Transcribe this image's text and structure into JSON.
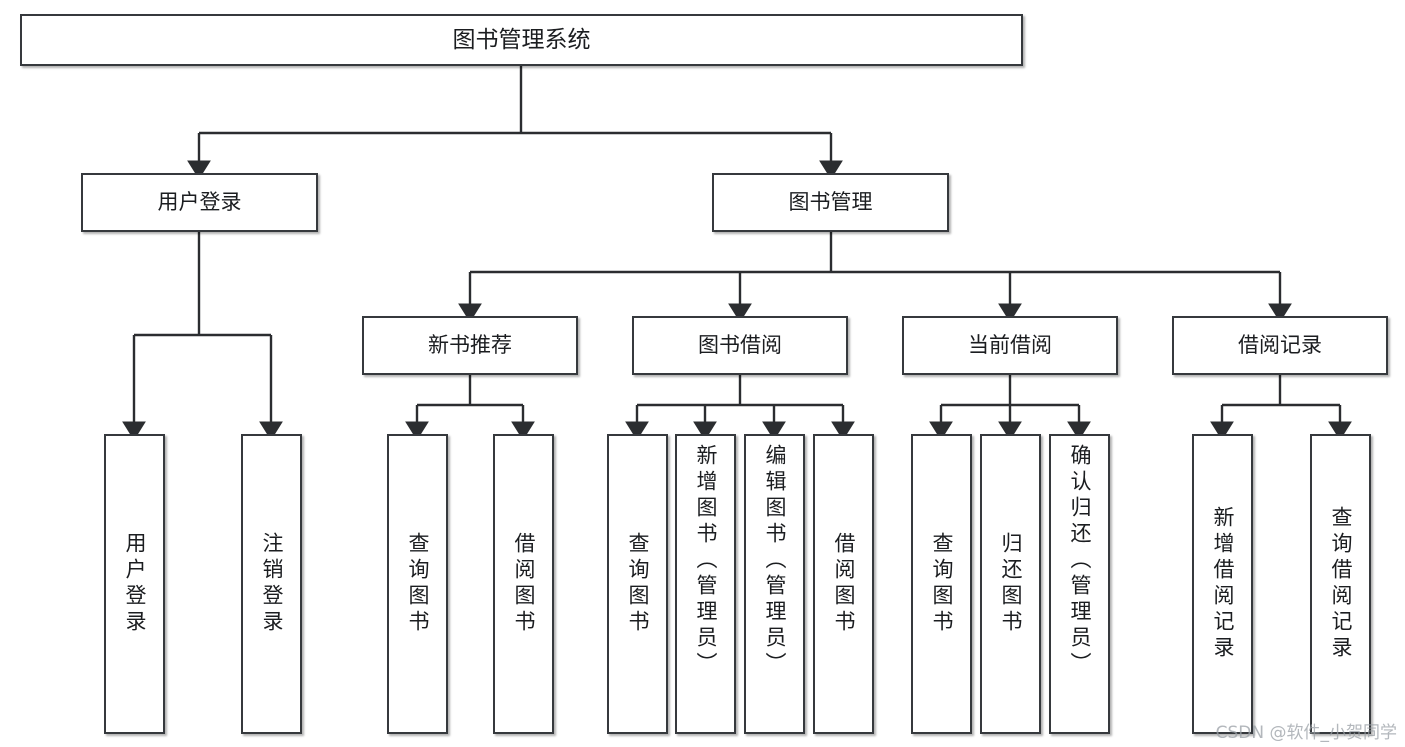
{
  "diagram": {
    "type": "tree",
    "title": "图书管理系统",
    "colors": {
      "box_border": "#36393d",
      "box_fill": "#ffffff",
      "connector": "#2b2d30",
      "text": "#1b1d20",
      "watermark": "#9aa0a6"
    },
    "root": {
      "label": "图书管理系统"
    },
    "level2": [
      {
        "label": "用户登录"
      },
      {
        "label": "图书管理"
      }
    ],
    "level3": [
      {
        "label": "新书推荐"
      },
      {
        "label": "图书借阅"
      },
      {
        "label": "当前借阅"
      },
      {
        "label": "借阅记录"
      }
    ],
    "leaves": {
      "user_login": [
        {
          "label": "用户登录"
        },
        {
          "label": "注销登录"
        }
      ],
      "new_book_recommend": [
        {
          "label": "查询图书"
        },
        {
          "label": "借阅图书"
        }
      ],
      "book_borrow": [
        {
          "label": "查询图书"
        },
        {
          "label": "新增图书（管理员）"
        },
        {
          "label": "编辑图书（管理员）"
        },
        {
          "label": "借阅图书"
        }
      ],
      "current_borrow": [
        {
          "label": "查询图书"
        },
        {
          "label": "归还图书"
        },
        {
          "label": "确认归还（管理员）"
        }
      ],
      "borrow_record": [
        {
          "label": "新增借阅记录"
        },
        {
          "label": "查询借阅记录"
        }
      ]
    }
  },
  "watermark": {
    "text": "CSDN @软件_小贺同学"
  }
}
